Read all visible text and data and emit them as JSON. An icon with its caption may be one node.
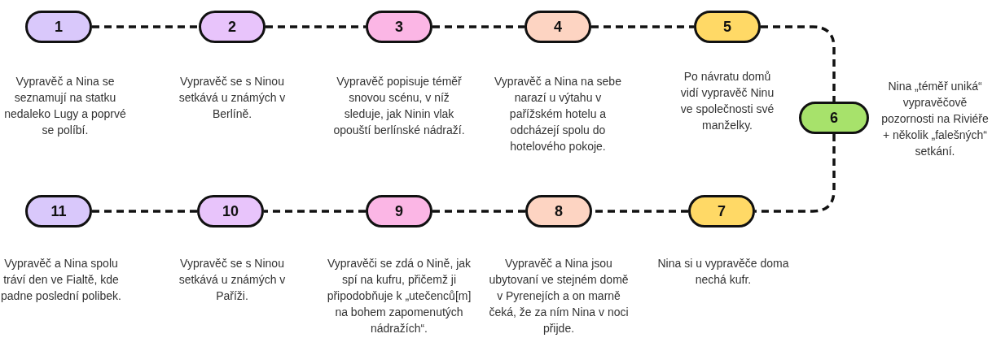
{
  "diagram": {
    "nodes": [
      {
        "text": [
          "1"
        ],
        "beside": [
          "Vypravěč a Nina se seznamují na statku nedaleko Lugy a poprvé se políbí."
        ]
      },
      {
        "text": [
          "2"
        ],
        "beside": [
          "Vypravěč se s Ninou setkává u známých v Berlíně."
        ]
      },
      {
        "text": [
          "3"
        ],
        "beside": [
          "Vypravěč popisuje téměř snovou scénu, v níž sleduje, jak Ninin vlak opouští berlínské nádraží."
        ]
      },
      {
        "text": [
          "4"
        ],
        "beside": [
          "Vypravěč a Nina na sebe narazí u výtahu v pařížském hotelu a odcházejí spolu do hotelového pokoje."
        ]
      },
      {
        "text": [
          "5"
        ],
        "beside": [
          "Po návratu domů vidí vypravěč Ninu ve společnosti své manželky."
        ]
      },
      {
        "text": [
          "6"
        ],
        "beside": [
          "Nina „téměř uniká“ vypravěčově pozornosti na Riviéře + několik „falešných“ setkání."
        ]
      },
      {
        "text": [
          "7"
        ],
        "beside": [
          "Nina si u vypravěče doma nechá kufr."
        ]
      },
      {
        "text": [
          "8"
        ],
        "beside": [
          "Vypravěč a Nina jsou ubytovaní ve stejném domě v Pyrenejích a on marně čeká, že za ním Nina v noci přijde."
        ]
      },
      {
        "text": [
          "9"
        ],
        "beside": [
          "Vypravěči se zdá o Nině, jak spí na kufru, přičemž ji připodobňuje k „utečenců[m] na bohem zapomenutých nádražích“."
        ]
      },
      {
        "text": [
          "10"
        ],
        "beside": [
          "Vypravěč se s Ninou setkává u známých v Paříži."
        ]
      },
      {
        "text": [
          "11"
        ],
        "beside": [
          "Vypravěč a Nina spolu tráví den ve Fialtě, kde padne poslední polibek."
        ]
      }
    ],
    "edges": [
      {
        "from": 0,
        "to": 1,
        "arrow": "none",
        "style": "dashed"
      },
      {
        "from": 1,
        "to": 2,
        "arrow": "none",
        "style": "dashed"
      },
      {
        "from": 2,
        "to": 3,
        "arrow": "none",
        "style": "dashed"
      },
      {
        "from": 3,
        "to": 4,
        "arrow": "none",
        "style": "dashed"
      },
      {
        "from": 4,
        "to": 5,
        "arrow": "none",
        "style": "dashed"
      },
      {
        "from": 5,
        "to": 6,
        "arrow": "none",
        "style": "dashed"
      },
      {
        "from": 6,
        "to": 7,
        "arrow": "none",
        "style": "dashed"
      },
      {
        "from": 7,
        "to": 8,
        "arrow": "none",
        "style": "dashed"
      },
      {
        "from": 8,
        "to": 9,
        "arrow": "none",
        "style": "dashed"
      },
      {
        "from": 9,
        "to": 10,
        "arrow": "none",
        "style": "dashed"
      }
    ]
  }
}
